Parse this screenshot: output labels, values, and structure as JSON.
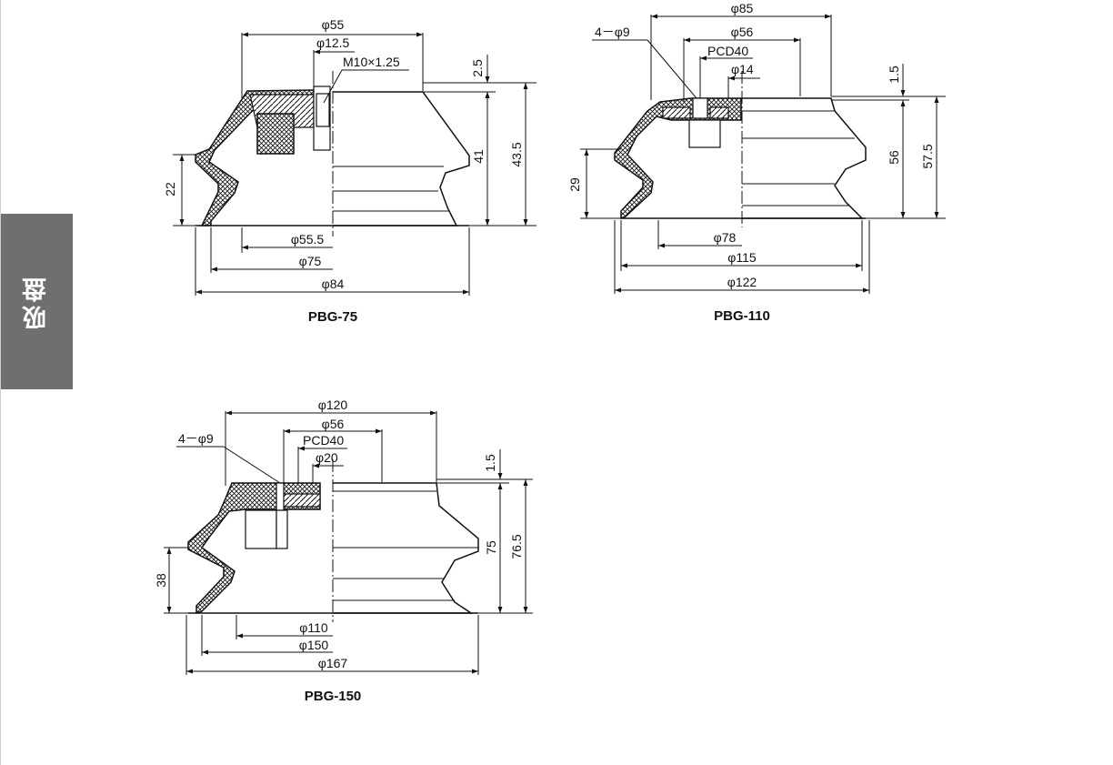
{
  "sidebar": {
    "label": "吸盘"
  },
  "drawings": [
    {
      "model": "PBG-75",
      "dims": {
        "d55": "φ55",
        "d12_5": "φ12.5",
        "thread": "M10×1.25",
        "t2_5": "2.5",
        "h41": "41",
        "h43_5": "43.5",
        "h22": "22",
        "d55_5": "φ55.5",
        "d75": "φ75",
        "d84": "φ84"
      }
    },
    {
      "model": "PBG-110",
      "dims": {
        "d85": "φ85",
        "holes": "4－φ9",
        "d56": "φ56",
        "pcd": "PCD40",
        "d14": "φ14",
        "t1_5": "1.5",
        "h56": "56",
        "h57_5": "57.5",
        "h29": "29",
        "d78": "φ78",
        "d115": "φ115",
        "d122": "φ122"
      }
    },
    {
      "model": "PBG-150",
      "dims": {
        "d120": "φ120",
        "holes": "4－φ9",
        "d56": "φ56",
        "pcd": "PCD40",
        "d20": "φ20",
        "t1_5": "1.5",
        "h75": "75",
        "h76_5": "76.5",
        "h38": "38",
        "d110": "φ110",
        "d150": "φ150",
        "d167": "φ167"
      }
    }
  ]
}
